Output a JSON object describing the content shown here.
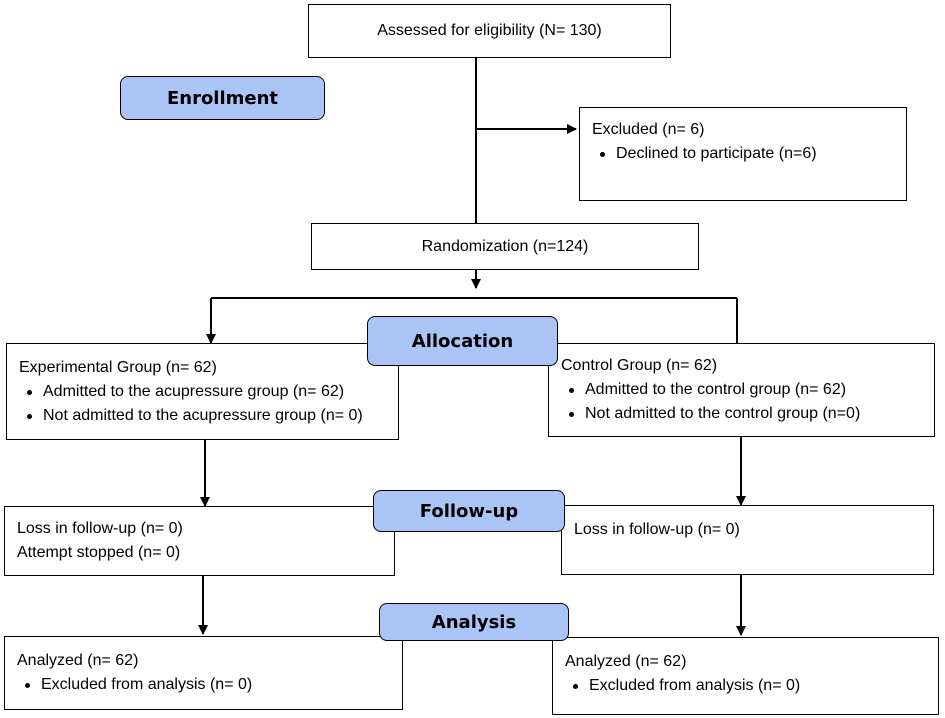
{
  "stages": {
    "enrollment": "Enrollment",
    "allocation": "Allocation",
    "followup": "Follow-up",
    "analysis": "Analysis"
  },
  "assessed": {
    "text": "Assessed for eligibility (N= 130)"
  },
  "excluded": {
    "title": "Excluded (n= 6)",
    "items": [
      "Declined to participate (n=6)"
    ]
  },
  "randomization": {
    "text": "Randomization (n=124)"
  },
  "experimental": {
    "title": "Experimental Group (n= 62)",
    "items": [
      "Admitted to the acupressure group (n= 62)",
      "Not admitted to the acupressure group (n= 0)"
    ],
    "followup": [
      "Loss in follow-up (n= 0)",
      "Attempt stopped (n= 0)"
    ],
    "analysis": {
      "title": "Analyzed (n= 62)",
      "items": [
        "Excluded from analysis (n= 0)"
      ]
    }
  },
  "control": {
    "title": "Control Group (n= 62)",
    "items": [
      "Admitted to the control group (n= 62)",
      "Not admitted to the control group (n=0)"
    ],
    "followup": [
      "Loss in follow-up (n= 0)"
    ],
    "analysis": {
      "title": "Analyzed (n= 62)",
      "items": [
        "Excluded from analysis (n= 0)"
      ]
    }
  }
}
